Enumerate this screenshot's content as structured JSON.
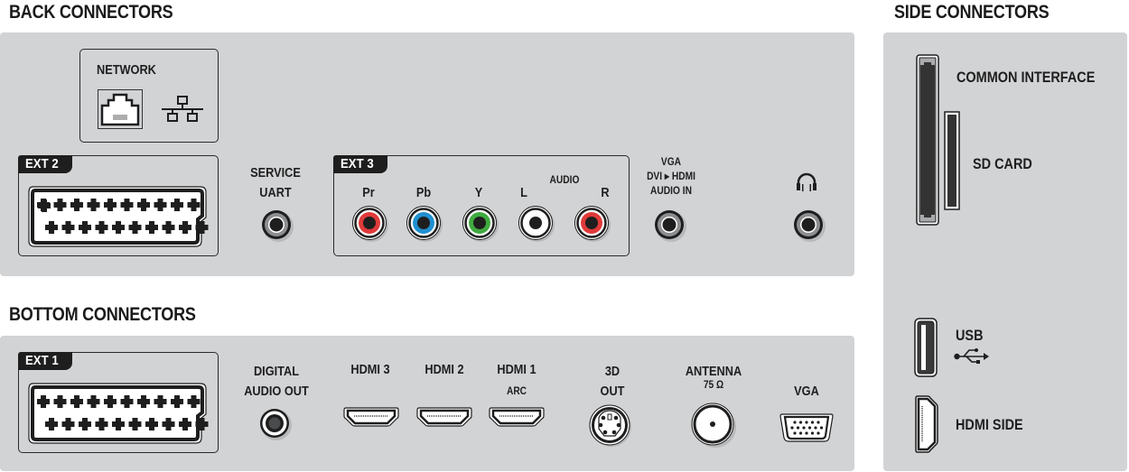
{
  "sections": {
    "back": {
      "title": "BACK CONNECTORS",
      "network": {
        "label": "NETWORK",
        "icons": [
          "rj45-port-icon",
          "network-topology-icon"
        ]
      },
      "ext2": {
        "tag": "EXT 2",
        "icon": "scart-connector-icon"
      },
      "service_uart": {
        "line1": "SERVICE",
        "line2": "UART",
        "icon": "mini-jack-icon"
      },
      "ext3": {
        "tag": "EXT 3",
        "audio_label": "AUDIO",
        "jacks": [
          {
            "label": "Pr",
            "color": "#e03a3a"
          },
          {
            "label": "Pb",
            "color": "#1f8fd0"
          },
          {
            "label": "Y",
            "color": "#3faa3f"
          },
          {
            "label": "L",
            "color": "#ffffff"
          },
          {
            "label": "R",
            "color": "#e03a3a"
          }
        ]
      },
      "vga_audio_in": {
        "line1": "VGA",
        "line2": "DVI ▸ HDMI",
        "line3": "AUDIO IN",
        "icon": "mini-jack-icon"
      },
      "headphone": {
        "icon": "headphones-icon"
      }
    },
    "bottom": {
      "title": "BOTTOM CONNECTORS",
      "ext1": {
        "tag": "EXT 1",
        "icon": "scart-connector-icon"
      },
      "digital_audio_out": {
        "line1": "DIGITAL",
        "line2": "AUDIO OUT",
        "icon": "coax-jack-icon"
      },
      "hdmi": [
        {
          "label": "HDMI 3",
          "sub": ""
        },
        {
          "label": "HDMI 2",
          "sub": ""
        },
        {
          "label": "HDMI 1",
          "sub": "ARC"
        }
      ],
      "out_3d": {
        "line1": "3D",
        "line2": "OUT",
        "icon": "mini-din-icon"
      },
      "antenna": {
        "label": "ANTENNA",
        "sub": "75 Ω",
        "icon": "antenna-coax-icon"
      },
      "vga": {
        "label": "VGA",
        "icon": "vga-port-icon"
      }
    },
    "side": {
      "title": "SIDE CONNECTORS",
      "common_interface": {
        "label": "COMMON  INTERFACE",
        "icon": "ci-slot-icon"
      },
      "sd_card": {
        "label": "SD CARD",
        "icon": "sd-slot-icon"
      },
      "usb": {
        "label": "USB",
        "icon": "usb-symbol-icon"
      },
      "hdmi_side": {
        "label": "HDMI SIDE",
        "icon": "hdmi-port-icon"
      }
    }
  },
  "colors": {
    "panel": "#d2d3d5",
    "ink": "#1e1e1e",
    "red": "#e03a3a",
    "blue": "#1f8fd0",
    "green": "#3faa3f"
  }
}
